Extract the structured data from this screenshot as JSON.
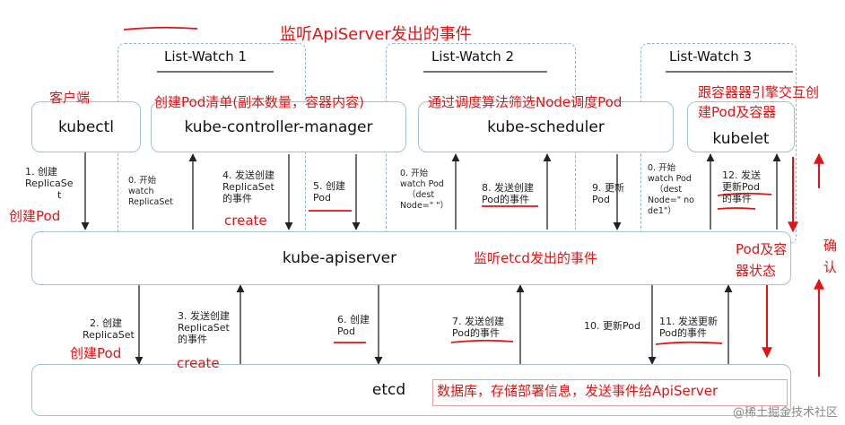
{
  "title": "监听ApiServer发出的事件",
  "list_watch": [
    "List-Watch 1",
    "List-Watch 2",
    "List-Watch 3"
  ],
  "components": {
    "kubectl": "kubectl",
    "controller_manager": "kube-controller-manager",
    "scheduler": "kube-scheduler",
    "kubelet": "kubelet",
    "apiserver": "kube-apiserver",
    "etcd": "etcd"
  },
  "annotations": {
    "client": "客户端",
    "cm_note": "创建Pod清单(副本数量，容器内容)",
    "sched_note": "通过调度算法筛选Node调度Pod",
    "kubelet_note_1": "跟容器器引擎交互创",
    "kubelet_note_2": "建Pod及容器",
    "apiserver_note": "监听etcd发出的事件",
    "etcd_note": "数据库，存储部署信息，发送事件给ApiServer",
    "create_pod_1": "创建Pod",
    "create_1": "create",
    "create_pod_2": "创建Pod",
    "create_2": "create",
    "pod_status_1": "Pod及容",
    "pod_status_2": "器状态",
    "confirm_1": "确",
    "confirm_2": "认"
  },
  "steps": {
    "s1": [
      "1. 创建",
      "ReplicaSe",
      "t"
    ],
    "s0a": [
      "0. 开始",
      "watch",
      "ReplicaSet"
    ],
    "s4": [
      "4. 发送创建",
      "ReplicaSet",
      "的事件"
    ],
    "s5": [
      "5. 创建",
      "Pod"
    ],
    "s0b": [
      "0. 开始",
      "watch Pod",
      "（dest",
      "Node=\" \"）"
    ],
    "s8": [
      "8. 发送创建",
      "Pod的事件"
    ],
    "s9": [
      "9. 更新",
      "Pod"
    ],
    "s0c": [
      "0. 开始",
      "watch Pod",
      "（dest",
      "Node=\" no",
      "de1\"）"
    ],
    "s12": [
      "12. 发送",
      "更新Pod",
      "的事件"
    ],
    "s2": [
      "2. 创建",
      "ReplicaSet"
    ],
    "s3": [
      "3. 发送创建",
      "ReplicaSet",
      "的事件"
    ],
    "s6": [
      "6. 创建",
      "Pod"
    ],
    "s7": [
      "7. 发送创建",
      "Pod的事件"
    ],
    "s10": [
      "10. 更新Pod"
    ],
    "s11": [
      "11. 发送更新",
      "Pod的事件"
    ]
  },
  "watermark": "@稀土掘金技术社区",
  "colors": {
    "annotation": "#e01414",
    "box_border": "#9fc3d4",
    "dashed": "#8cb6cf"
  }
}
